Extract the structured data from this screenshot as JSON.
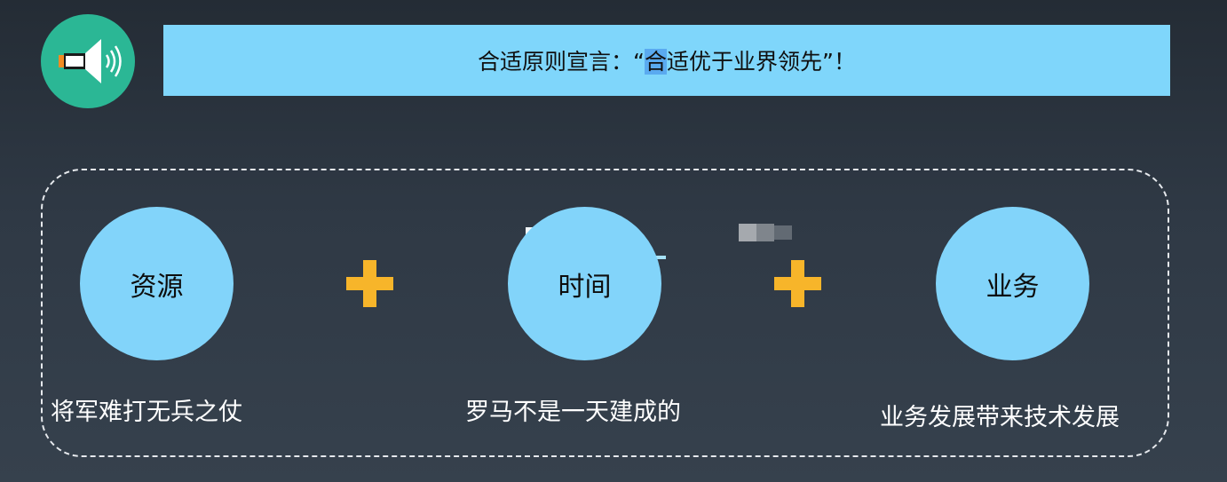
{
  "header": {
    "title_prefix": "合适原则宣言：“",
    "title_highlight": "合",
    "title_suffix": "适优于业界领先”！",
    "icon": "speaker-icon"
  },
  "pillars": [
    {
      "label": "资源",
      "caption": "将军难打无兵之仗"
    },
    {
      "label": "时间",
      "caption": "罗马不是一天建成的"
    },
    {
      "label": "业务",
      "caption": "业务发展带来技术发展"
    }
  ],
  "operators": [
    "plus-icon",
    "plus-icon"
  ],
  "colors": {
    "banner": "#7fd6fb",
    "circle": "#82d4fa",
    "badge": "#2bb795",
    "plus": "#f7b52a",
    "frame": "#e6e9ed"
  }
}
